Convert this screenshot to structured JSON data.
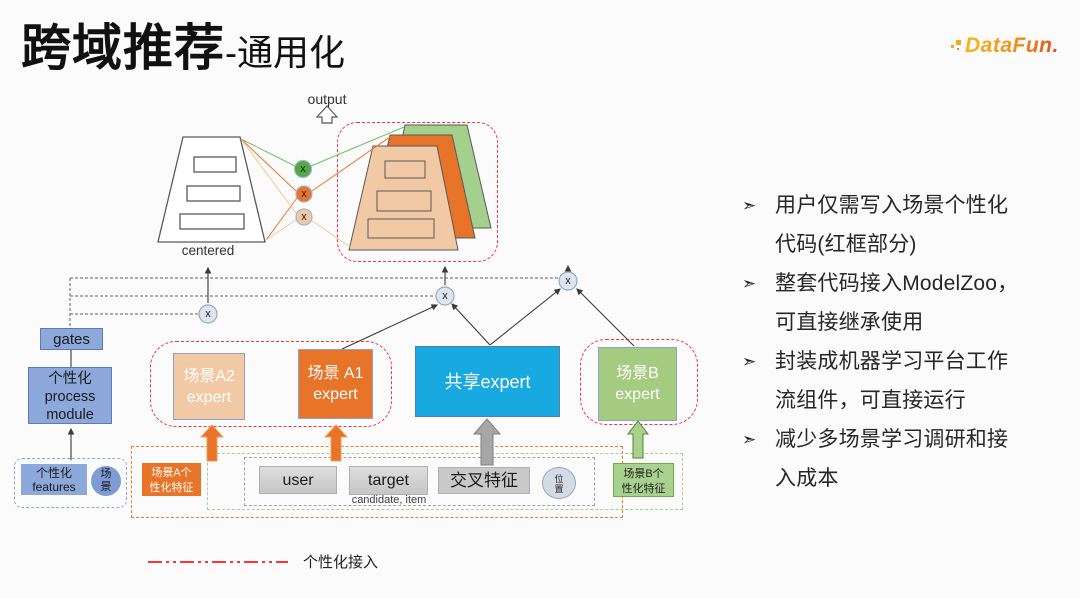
{
  "title": {
    "main": "跨域推荐",
    "sub": "-通用化"
  },
  "logo": "DataFun.",
  "colors": {
    "personalization_frame_red": "#f5333f",
    "scene_a_orange": "#e8742a",
    "scene_a2_peach": "#f2c9a5",
    "shared_cyan": "#19a9e1",
    "scene_b_green": "#a9d18e",
    "gate_blue": "#8da9db",
    "input_gray": "#cfcfcf"
  },
  "diagram": {
    "output_label": "output",
    "centered_label": "centered",
    "multiply": "x",
    "gates_label": "gates",
    "process_module": {
      "lines": [
        "个性化",
        "process",
        "module"
      ]
    },
    "features": {
      "lines": [
        "个性化",
        "features"
      ]
    },
    "scene": {
      "lines": [
        "场",
        "景"
      ]
    },
    "experts": {
      "a2": {
        "lines": [
          "场景A2",
          "expert"
        ]
      },
      "a1": {
        "lines": [
          "场景 A1",
          "expert"
        ]
      },
      "shared": {
        "label": "共享expert"
      },
      "b": {
        "lines": [
          "场景B",
          "expert"
        ]
      }
    },
    "inputs": {
      "scene_a": {
        "lines": [
          "场景A个",
          "性化特征"
        ]
      },
      "user": "user",
      "target": "target",
      "target_note": "candidate, item",
      "cross": "交叉特征",
      "position": {
        "lines": [
          "位",
          "置"
        ]
      },
      "scene_b": {
        "lines": [
          "场景B个",
          "性化特征"
        ]
      }
    },
    "legend_label": "个性化接入"
  },
  "bullets": {
    "items": [
      "用户仅需写入场景个性化代码(红框部分)",
      "整套代码接入ModelZoo，可直接继承使用",
      "封装成机器学习平台工作流组件，可直接运行",
      "减少多场景学习调研和接入成本"
    ]
  }
}
